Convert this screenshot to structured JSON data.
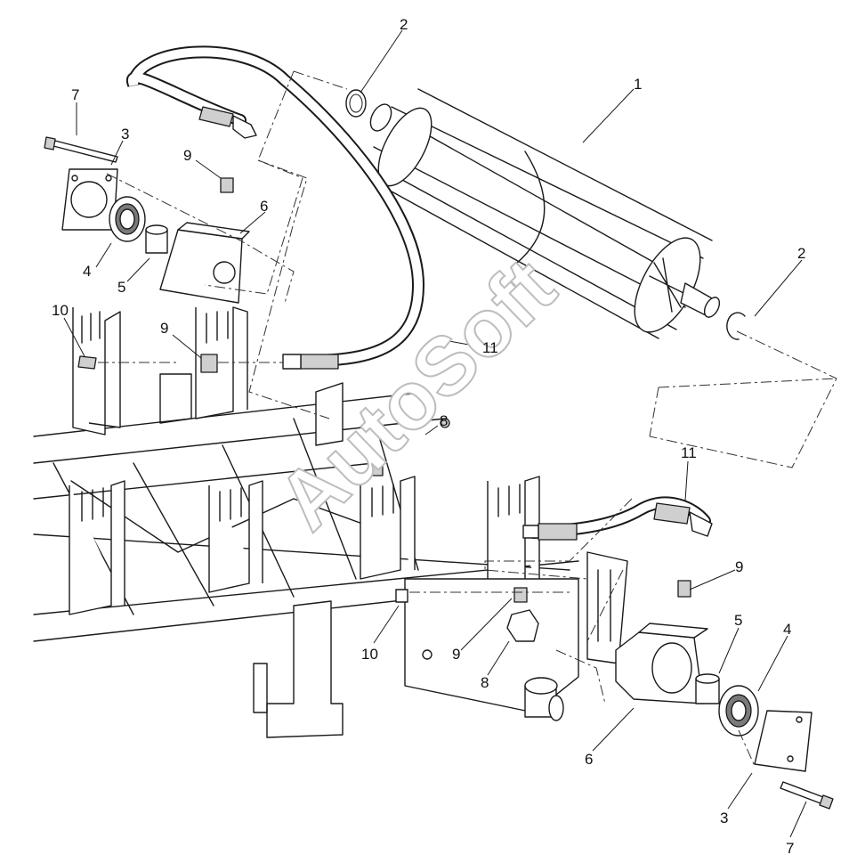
{
  "callouts": [
    {
      "id": "c2a",
      "label": "2"
    },
    {
      "id": "c1",
      "label": "1"
    },
    {
      "id": "c7a",
      "label": "7"
    },
    {
      "id": "c3a",
      "label": "3"
    },
    {
      "id": "c9a",
      "label": "9"
    },
    {
      "id": "c6a",
      "label": "6"
    },
    {
      "id": "c4a",
      "label": "4"
    },
    {
      "id": "c5a",
      "label": "5"
    },
    {
      "id": "c10a",
      "label": "10"
    },
    {
      "id": "c9b",
      "label": "9"
    },
    {
      "id": "c11a",
      "label": "11"
    },
    {
      "id": "c2b",
      "label": "2"
    },
    {
      "id": "c8a",
      "label": "8"
    },
    {
      "id": "c11b",
      "label": "11"
    },
    {
      "id": "c9c",
      "label": "9"
    },
    {
      "id": "c5b",
      "label": "5"
    },
    {
      "id": "c4b",
      "label": "4"
    },
    {
      "id": "c10b",
      "label": "10"
    },
    {
      "id": "c9d",
      "label": "9"
    },
    {
      "id": "c8b",
      "label": "8"
    },
    {
      "id": "c6b",
      "label": "6"
    },
    {
      "id": "c3b",
      "label": "3"
    },
    {
      "id": "c7b",
      "label": "7"
    }
  ],
  "watermark": "AutoSoft"
}
